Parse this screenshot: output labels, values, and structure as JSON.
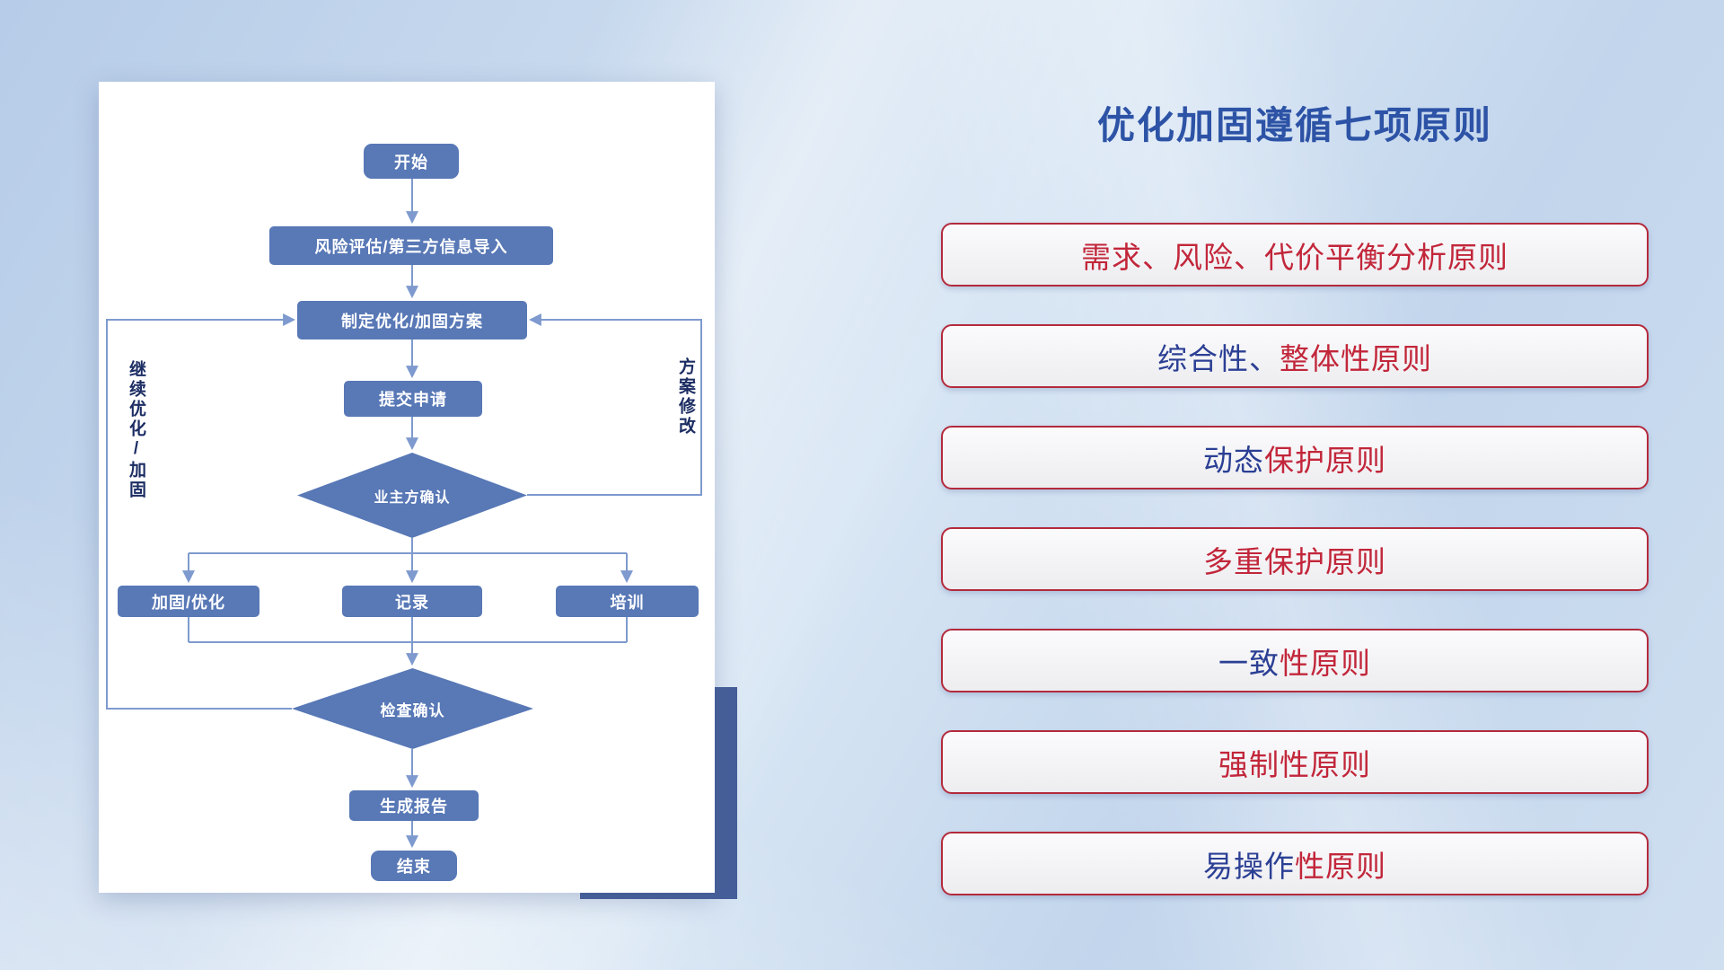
{
  "title": "优化加固遵循七项原则",
  "flowchart": {
    "nodes": {
      "start": "开始",
      "risk": "风险评估/第三方信息导入",
      "plan": "制定优化/加固方案",
      "submit": "提交申请",
      "owner_confirm": "业主方确认",
      "reinforce": "加固/优化",
      "record": "记录",
      "training": "培训",
      "check_confirm": "检查确认",
      "report": "生成报告",
      "end": "结束"
    },
    "labels": {
      "left_loop": "继续优化/加固",
      "right_loop": "方案修改"
    }
  },
  "principles": [
    {
      "parts": [
        {
          "text": "需求、风险、代价平衡分析原则",
          "color": "red"
        }
      ]
    },
    {
      "parts": [
        {
          "text": "综合性、",
          "color": "blue"
        },
        {
          "text": "整体性原则",
          "color": "red"
        }
      ]
    },
    {
      "parts": [
        {
          "text": "动态",
          "color": "blue"
        },
        {
          "text": "保护原则",
          "color": "red"
        }
      ]
    },
    {
      "parts": [
        {
          "text": "多重保护原则",
          "color": "red"
        }
      ]
    },
    {
      "parts": [
        {
          "text": "一致",
          "color": "blue"
        },
        {
          "text": "性原则",
          "color": "red"
        }
      ]
    },
    {
      "parts": [
        {
          "text": "强制性原则",
          "color": "red"
        }
      ]
    },
    {
      "parts": [
        {
          "text": "易操作",
          "color": "blue"
        },
        {
          "text": "性原则",
          "color": "red"
        }
      ]
    }
  ],
  "colors": {
    "title_blue": "#2d53a6",
    "flow_node_blue": "#5878b6",
    "connector_blue": "#7e9ace",
    "principle_red": "#c2263a",
    "principle_blue": "#2b3f94",
    "principle_border": "#b32a3c",
    "card_shadow_navy": "#465f9a"
  }
}
